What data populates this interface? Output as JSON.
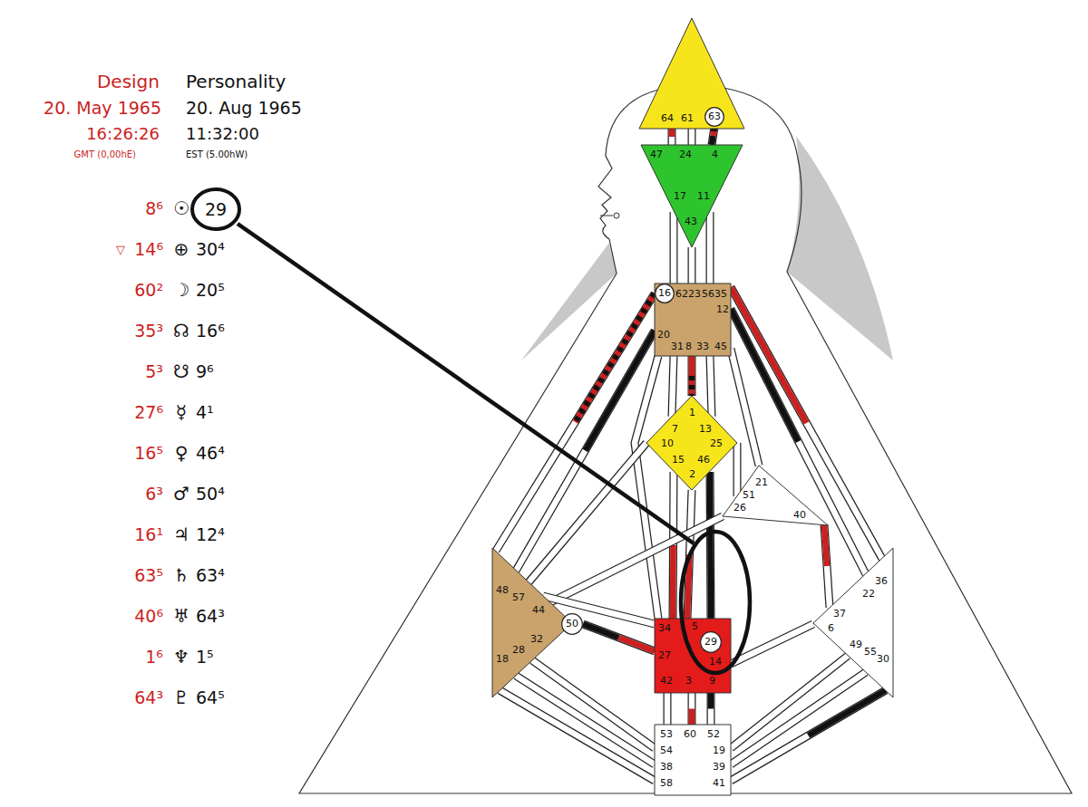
{
  "diagram": {
    "nodes": [
      {
        "text": [
          "29"
        ]
      },
      {
        "text": [
          "64",
          "61"
        ]
      },
      {
        "text": [
          "63"
        ],
        "in": 1
      },
      {
        "text": [
          "47",
          "24",
          "4",
          "17",
          "11",
          "43"
        ]
      },
      {
        "text": [
          "62",
          "23",
          "56",
          "35",
          "12",
          "20",
          "31",
          "8",
          "33",
          "45"
        ]
      },
      {
        "text": [
          "16"
        ],
        "in": 4
      },
      {
        "text": [
          "1",
          "7",
          "13",
          "10",
          "25",
          "15",
          "46",
          "2"
        ]
      },
      {
        "text": [
          "21",
          "51",
          "26",
          "40"
        ]
      },
      {
        "text": [
          "48",
          "57",
          "44",
          "18",
          "28",
          "32"
        ]
      },
      {
        "text": [
          "50"
        ],
        "in": 8
      },
      {
        "text": [
          "34",
          "5",
          "14",
          "27",
          "42",
          "3",
          "9"
        ]
      },
      {
        "text": [
          "29"
        ],
        "in": 10
      },
      {
        "text": [
          "36",
          "22",
          "37",
          "6",
          "49",
          "55",
          "30"
        ]
      },
      {
        "text": [
          "53",
          "60",
          "52",
          "54",
          "38",
          "58",
          "19",
          "39",
          "41"
        ]
      }
    ],
    "edges": [
      {
        "from": 1,
        "to": 3,
        "arrow": "none"
      },
      {
        "from": 1,
        "to": 3,
        "arrow": "none"
      },
      {
        "from": 2,
        "to": 3,
        "arrow": "none"
      },
      {
        "from": 3,
        "to": 4,
        "arrow": "none"
      },
      {
        "from": 3,
        "to": 4,
        "arrow": "none"
      },
      {
        "from": 3,
        "to": 4,
        "arrow": "none"
      },
      {
        "from": 4,
        "to": 6,
        "arrow": "none"
      },
      {
        "from": 4,
        "to": 6,
        "arrow": "none"
      },
      {
        "from": 4,
        "to": 6,
        "arrow": "none"
      },
      {
        "from": 5,
        "to": 8,
        "arrow": "none"
      },
      {
        "from": 4,
        "to": 8,
        "arrow": "none"
      },
      {
        "from": 4,
        "to": 10,
        "arrow": "none"
      },
      {
        "from": 4,
        "to": 7,
        "arrow": "none"
      },
      {
        "from": 4,
        "to": 12,
        "arrow": "none"
      },
      {
        "from": 4,
        "to": 12,
        "arrow": "none"
      },
      {
        "from": 6,
        "to": 7,
        "arrow": "none"
      },
      {
        "from": 6,
        "to": 10,
        "arrow": "none"
      },
      {
        "from": 6,
        "to": 10,
        "arrow": "none"
      },
      {
        "from": 6,
        "to": 10,
        "arrow": "none"
      },
      {
        "from": 6,
        "to": 8,
        "arrow": "none"
      },
      {
        "from": 7,
        "to": 8,
        "arrow": "none"
      },
      {
        "from": 7,
        "to": 12,
        "arrow": "none"
      },
      {
        "from": 9,
        "to": 10,
        "arrow": "none"
      },
      {
        "from": 8,
        "to": 10,
        "arrow": "none"
      },
      {
        "from": 10,
        "to": 12,
        "arrow": "none"
      },
      {
        "from": 10,
        "to": 13,
        "arrow": "none"
      },
      {
        "from": 10,
        "to": 13,
        "arrow": "none"
      },
      {
        "from": 10,
        "to": 13,
        "arrow": "none"
      },
      {
        "from": 8,
        "to": 13,
        "arrow": "none"
      },
      {
        "from": 8,
        "to": 13,
        "arrow": "none"
      },
      {
        "from": 8,
        "to": 13,
        "arrow": "none"
      },
      {
        "from": 12,
        "to": 13,
        "arrow": "none"
      },
      {
        "from": 12,
        "to": 13,
        "arrow": "none"
      },
      {
        "from": 12,
        "to": 13,
        "arrow": "none"
      }
    ],
    "labels": [
      "Design",
      "Personality",
      "20. May 1965",
      "20. Aug 1965",
      "16:26:26",
      "11:32:00",
      "GMT (0,00hE)",
      "EST (5.00hW)",
      "8⁶",
      "☉",
      "▽",
      "14⁶",
      "⊕",
      "30⁴",
      "60²",
      "☽",
      "20⁵",
      "35³",
      "☊",
      "16⁶",
      "5³",
      "☋",
      "9⁶",
      "27⁶",
      "☿",
      "4¹",
      "16⁵",
      "♀",
      "46⁴",
      "6³",
      "♂",
      "50⁴",
      "16¹",
      "♃",
      "12⁴",
      "63⁵",
      "♄",
      "63⁴",
      "40⁶",
      "♅",
      "64³",
      "1⁶",
      "♆",
      "1⁵",
      "64³",
      "♇",
      "64⁵"
    ]
  }
}
